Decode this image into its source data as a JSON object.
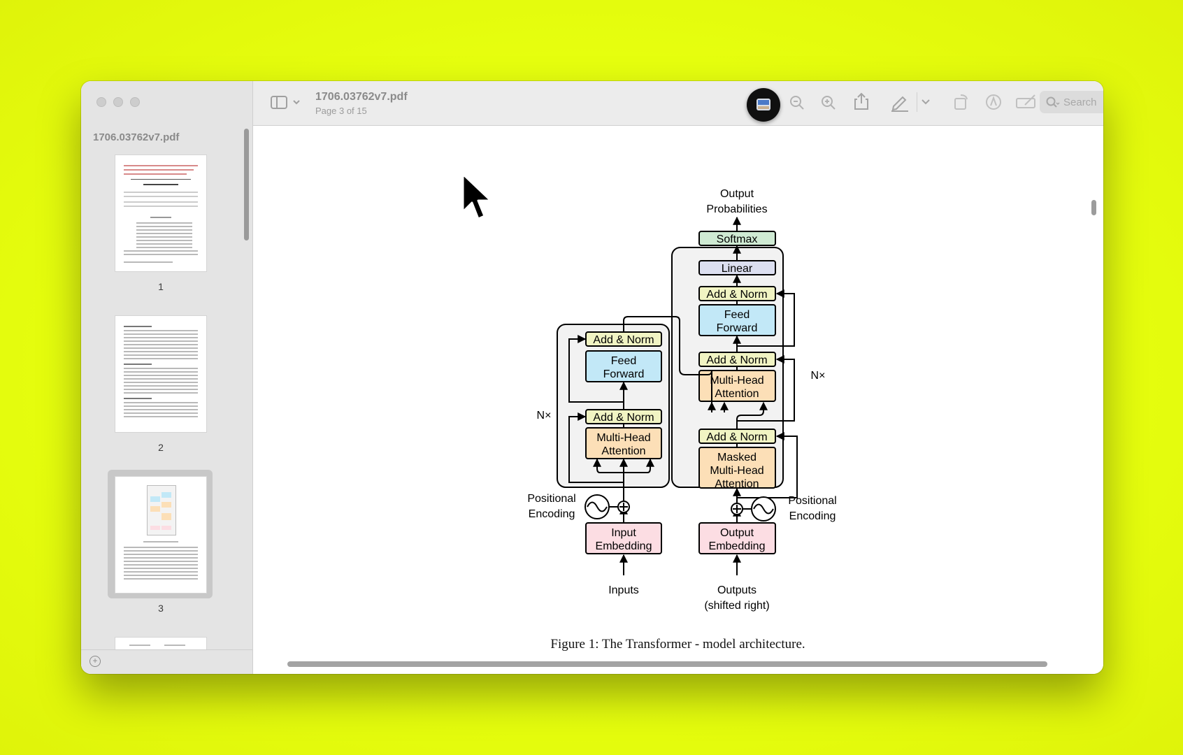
{
  "app": {
    "filename": "1706.03762v7.pdf",
    "page_indicator": "Page 3 of 15",
    "search_placeholder": "Search"
  },
  "sidebar": {
    "title": "1706.03762v7.pdf",
    "thumbnails": [
      {
        "label": "1"
      },
      {
        "label": "2"
      },
      {
        "label": "3",
        "selected": true
      }
    ]
  },
  "figure": {
    "caption": "Figure 1: The Transformer - model architecture.",
    "encoder": {
      "add_norm_top": "Add & Norm",
      "feed_forward_1": "Feed",
      "feed_forward_2": "Forward",
      "add_norm_bottom": "Add & Norm",
      "mha_1": "Multi-Head",
      "mha_2": "Attention",
      "nx": "N×",
      "pos_enc_1": "Positional",
      "pos_enc_2": "Encoding",
      "embedding_1": "Input",
      "embedding_2": "Embedding",
      "input_label": "Inputs"
    },
    "decoder": {
      "output_probs_1": "Output",
      "output_probs_2": "Probabilities",
      "softmax": "Softmax",
      "linear": "Linear",
      "add_norm_top": "Add & Norm",
      "feed_forward_1": "Feed",
      "feed_forward_2": "Forward",
      "add_norm_mid": "Add & Norm",
      "mha_1": "Multi-Head",
      "mha_2": "Attention",
      "add_norm_bottom": "Add & Norm",
      "masked_1": "Masked",
      "masked_2": "Multi-Head",
      "masked_3": "Attention",
      "nx": "N×",
      "pos_enc_1": "Positional",
      "pos_enc_2": "Encoding",
      "embedding_1": "Output",
      "embedding_2": "Embedding",
      "output_label_1": "Outputs",
      "output_label_2": "(shifted right)"
    },
    "colors": {
      "add_norm": "#f1f4c3",
      "feed_forward": "#c2e8f7",
      "attention": "#fcdfb7",
      "embedding": "#fcdde3",
      "softmax": "#cfead3",
      "linear": "#dcdff0",
      "stack_bg": "#f2f2f2"
    }
  }
}
